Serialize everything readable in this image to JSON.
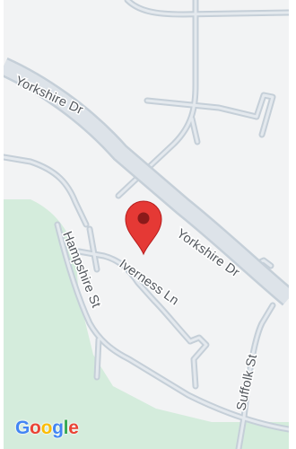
{
  "map": {
    "colors": {
      "land": "#f2f3f4",
      "park": "#d4ecdc",
      "road_casing": "#c5cfd8",
      "road_fill": "#dde3e9",
      "minor_road": "#cfd8e0",
      "label": "#51565c",
      "pin": "#e53935",
      "pin_dot": "#8b1a1a"
    },
    "streets": {
      "yorkshire_top": "Yorkshire Dr",
      "yorkshire_bottom": "Yorkshire Dr",
      "hampshire": "Hampshire St",
      "iverness": "Iverness Ln",
      "suffolk": "Suffolk St"
    },
    "marker": {
      "icon": "map-pin-icon"
    },
    "logo": {
      "letters": [
        "G",
        "o",
        "o",
        "g",
        "l",
        "e"
      ],
      "colors": [
        "#4285F4",
        "#EA4335",
        "#FBBC05",
        "#4285F4",
        "#34A853",
        "#EA4335"
      ]
    }
  }
}
